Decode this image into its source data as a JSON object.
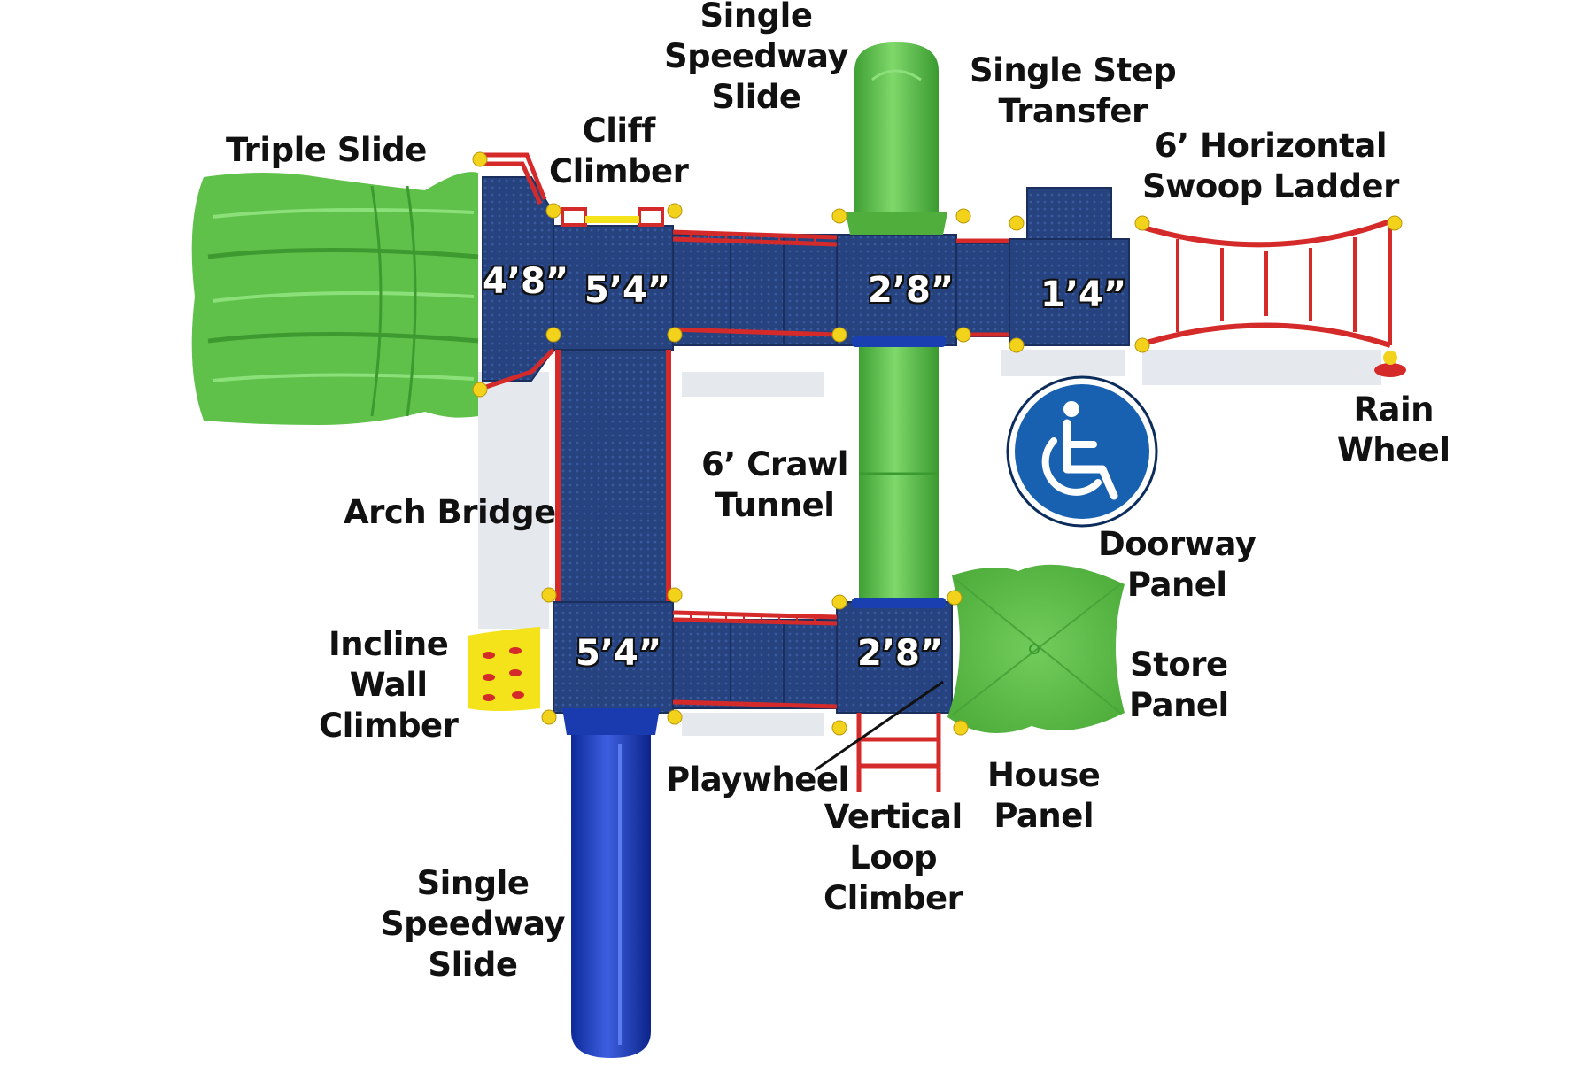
{
  "labels": {
    "triple_slide": "Triple Slide",
    "cliff_climber": [
      "Cliff",
      "Climber"
    ],
    "single_speedway_slide_top": [
      "Single",
      "Speedway",
      "Slide"
    ],
    "single_step_transfer": [
      "Single Step",
      "Transfer"
    ],
    "horizontal_swoop_ladder": [
      "6’ Horizontal",
      "Swoop Ladder"
    ],
    "rain_wheel": [
      "Rain",
      "Wheel"
    ],
    "crawl_tunnel": [
      "6’ Crawl",
      "Tunnel"
    ],
    "arch_bridge": "Arch Bridge",
    "doorway_panel": [
      "Doorway",
      "Panel"
    ],
    "store_panel": [
      "Store",
      "Panel"
    ],
    "incline_wall_climber": [
      "Incline",
      "Wall",
      "Climber"
    ],
    "playwheel": "Playwheel",
    "house_panel": [
      "House",
      "Panel"
    ],
    "vertical_loop_climber": [
      "Vertical",
      "Loop",
      "Climber"
    ],
    "single_speedway_slide_bottom": [
      "Single",
      "Speedway",
      "Slide"
    ]
  },
  "deck_heights": {
    "deck_a": "4’8”",
    "deck_b_top": "5’4”",
    "deck_c_top": "2’8”",
    "deck_d": "1’4”",
    "deck_b_bottom": "5’4”",
    "deck_c_bottom": "2’8”"
  },
  "icons": {
    "accessibility": "wheelchair-icon"
  },
  "colors": {
    "deck_blue": "#26437f",
    "slide_green": "#5fc04a",
    "slide_blue": "#1f3fb5",
    "rail_red": "#d42a2a",
    "post_yellow": "#f3d21b",
    "climber_yellow": "#f4e21a",
    "accessibility_blue": "#1860b0"
  }
}
